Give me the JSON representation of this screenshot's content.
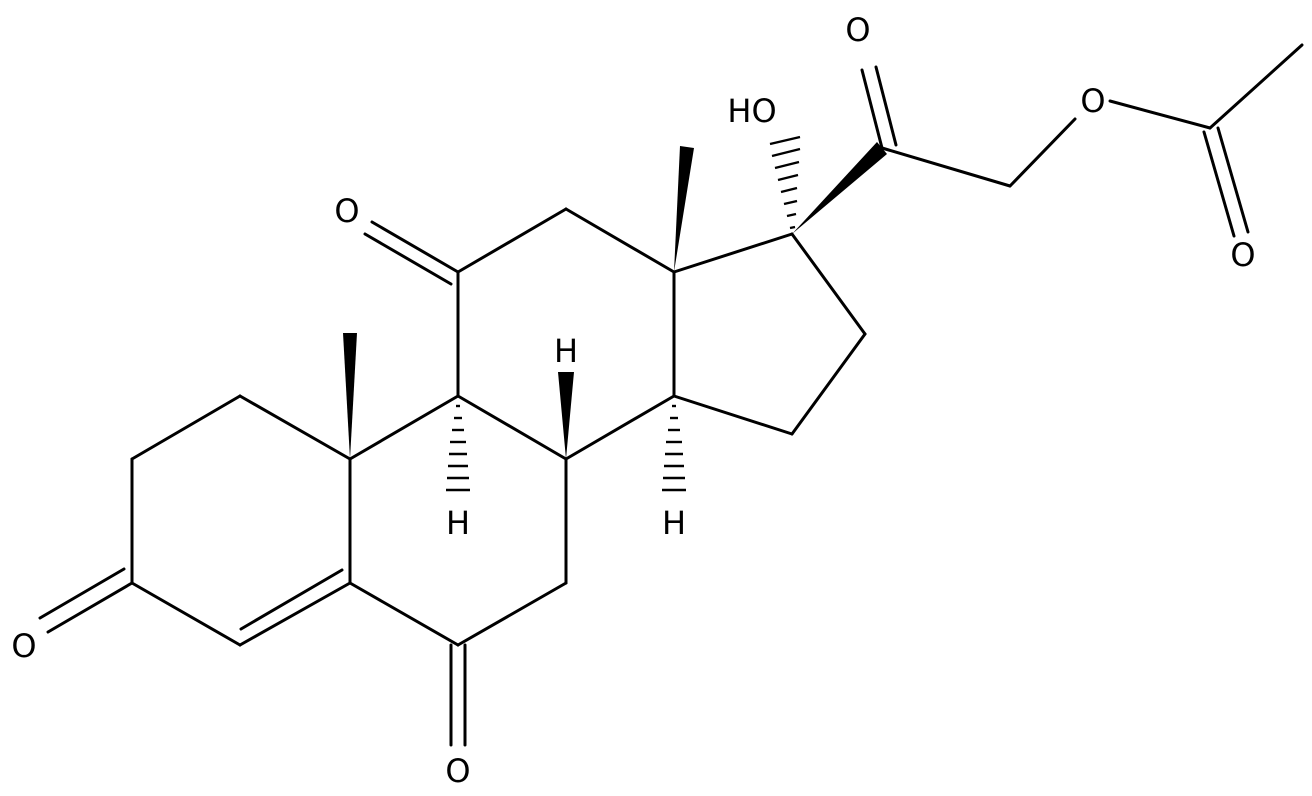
{
  "structure": {
    "colors": {
      "bond": "#000000",
      "background": "#ffffff"
    },
    "atom_labels": {
      "o_ketone_c11": "O",
      "o_ketone_c3": "O",
      "o_ketone_c6": "O",
      "o_ketone_c20": "O",
      "hydroxyl": "HO",
      "o_ester": "O",
      "o_acetyl_carbonyl": "O",
      "h_c8": "H",
      "h_c9": "H",
      "h_c14": "H"
    }
  }
}
